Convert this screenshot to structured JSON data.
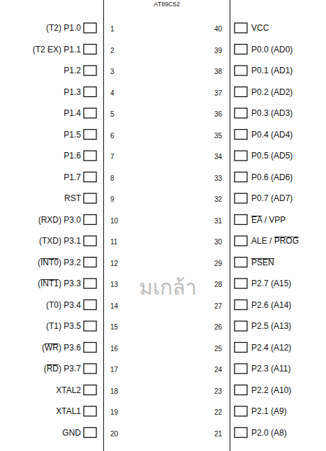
{
  "diagram": {
    "nodes": [
      {
        "text": [
          "AT89C52"
        ]
      }
    ],
    "labels": [
      "(T2) P1.0",
      "(T2 EX) P1.1",
      "P1.2",
      "P1.3",
      "P1.4",
      "P1.5",
      "P1.6",
      "P1.7",
      "RST",
      "(RXD) P3.0",
      "(TXD) P3.1",
      "(INT0) P3.2",
      "(INT1) P3.3",
      "(T0) P3.4",
      "(T1) P3.5",
      "(WR) P3.6",
      "(RD) P3.7",
      "XTAL2",
      "XTAL1",
      "GND",
      "1",
      "2",
      "3",
      "4",
      "5",
      "6",
      "7",
      "8",
      "9",
      "10",
      "11",
      "12",
      "13",
      "14",
      "15",
      "16",
      "17",
      "18",
      "19",
      "20",
      "VCC",
      "P0.0 (AD0)",
      "P0.1 (AD1)",
      "P0.2 (AD2)",
      "P0.3 (AD3)",
      "P0.4 (AD4)",
      "P0.5 (AD5)",
      "P0.6 (AD6)",
      "P0.7 (AD7)",
      "EA / VPP",
      "ALE / PROG",
      "PSEN",
      "P2.7 (A15)",
      "P2.6 (A14)",
      "P2.5 (A13)",
      "P2.4 (A12)",
      "P2.3 (A11)",
      "P2.2 (A10)",
      "P2.1 (A9)",
      "P2.0 (A8)",
      "40",
      "39",
      "38",
      "37",
      "36",
      "35",
      "34",
      "33",
      "32",
      "31",
      "30",
      "29",
      "28",
      "27",
      "26",
      "25",
      "24",
      "23",
      "22",
      "21",
      "มเกล้า"
    ]
  }
}
